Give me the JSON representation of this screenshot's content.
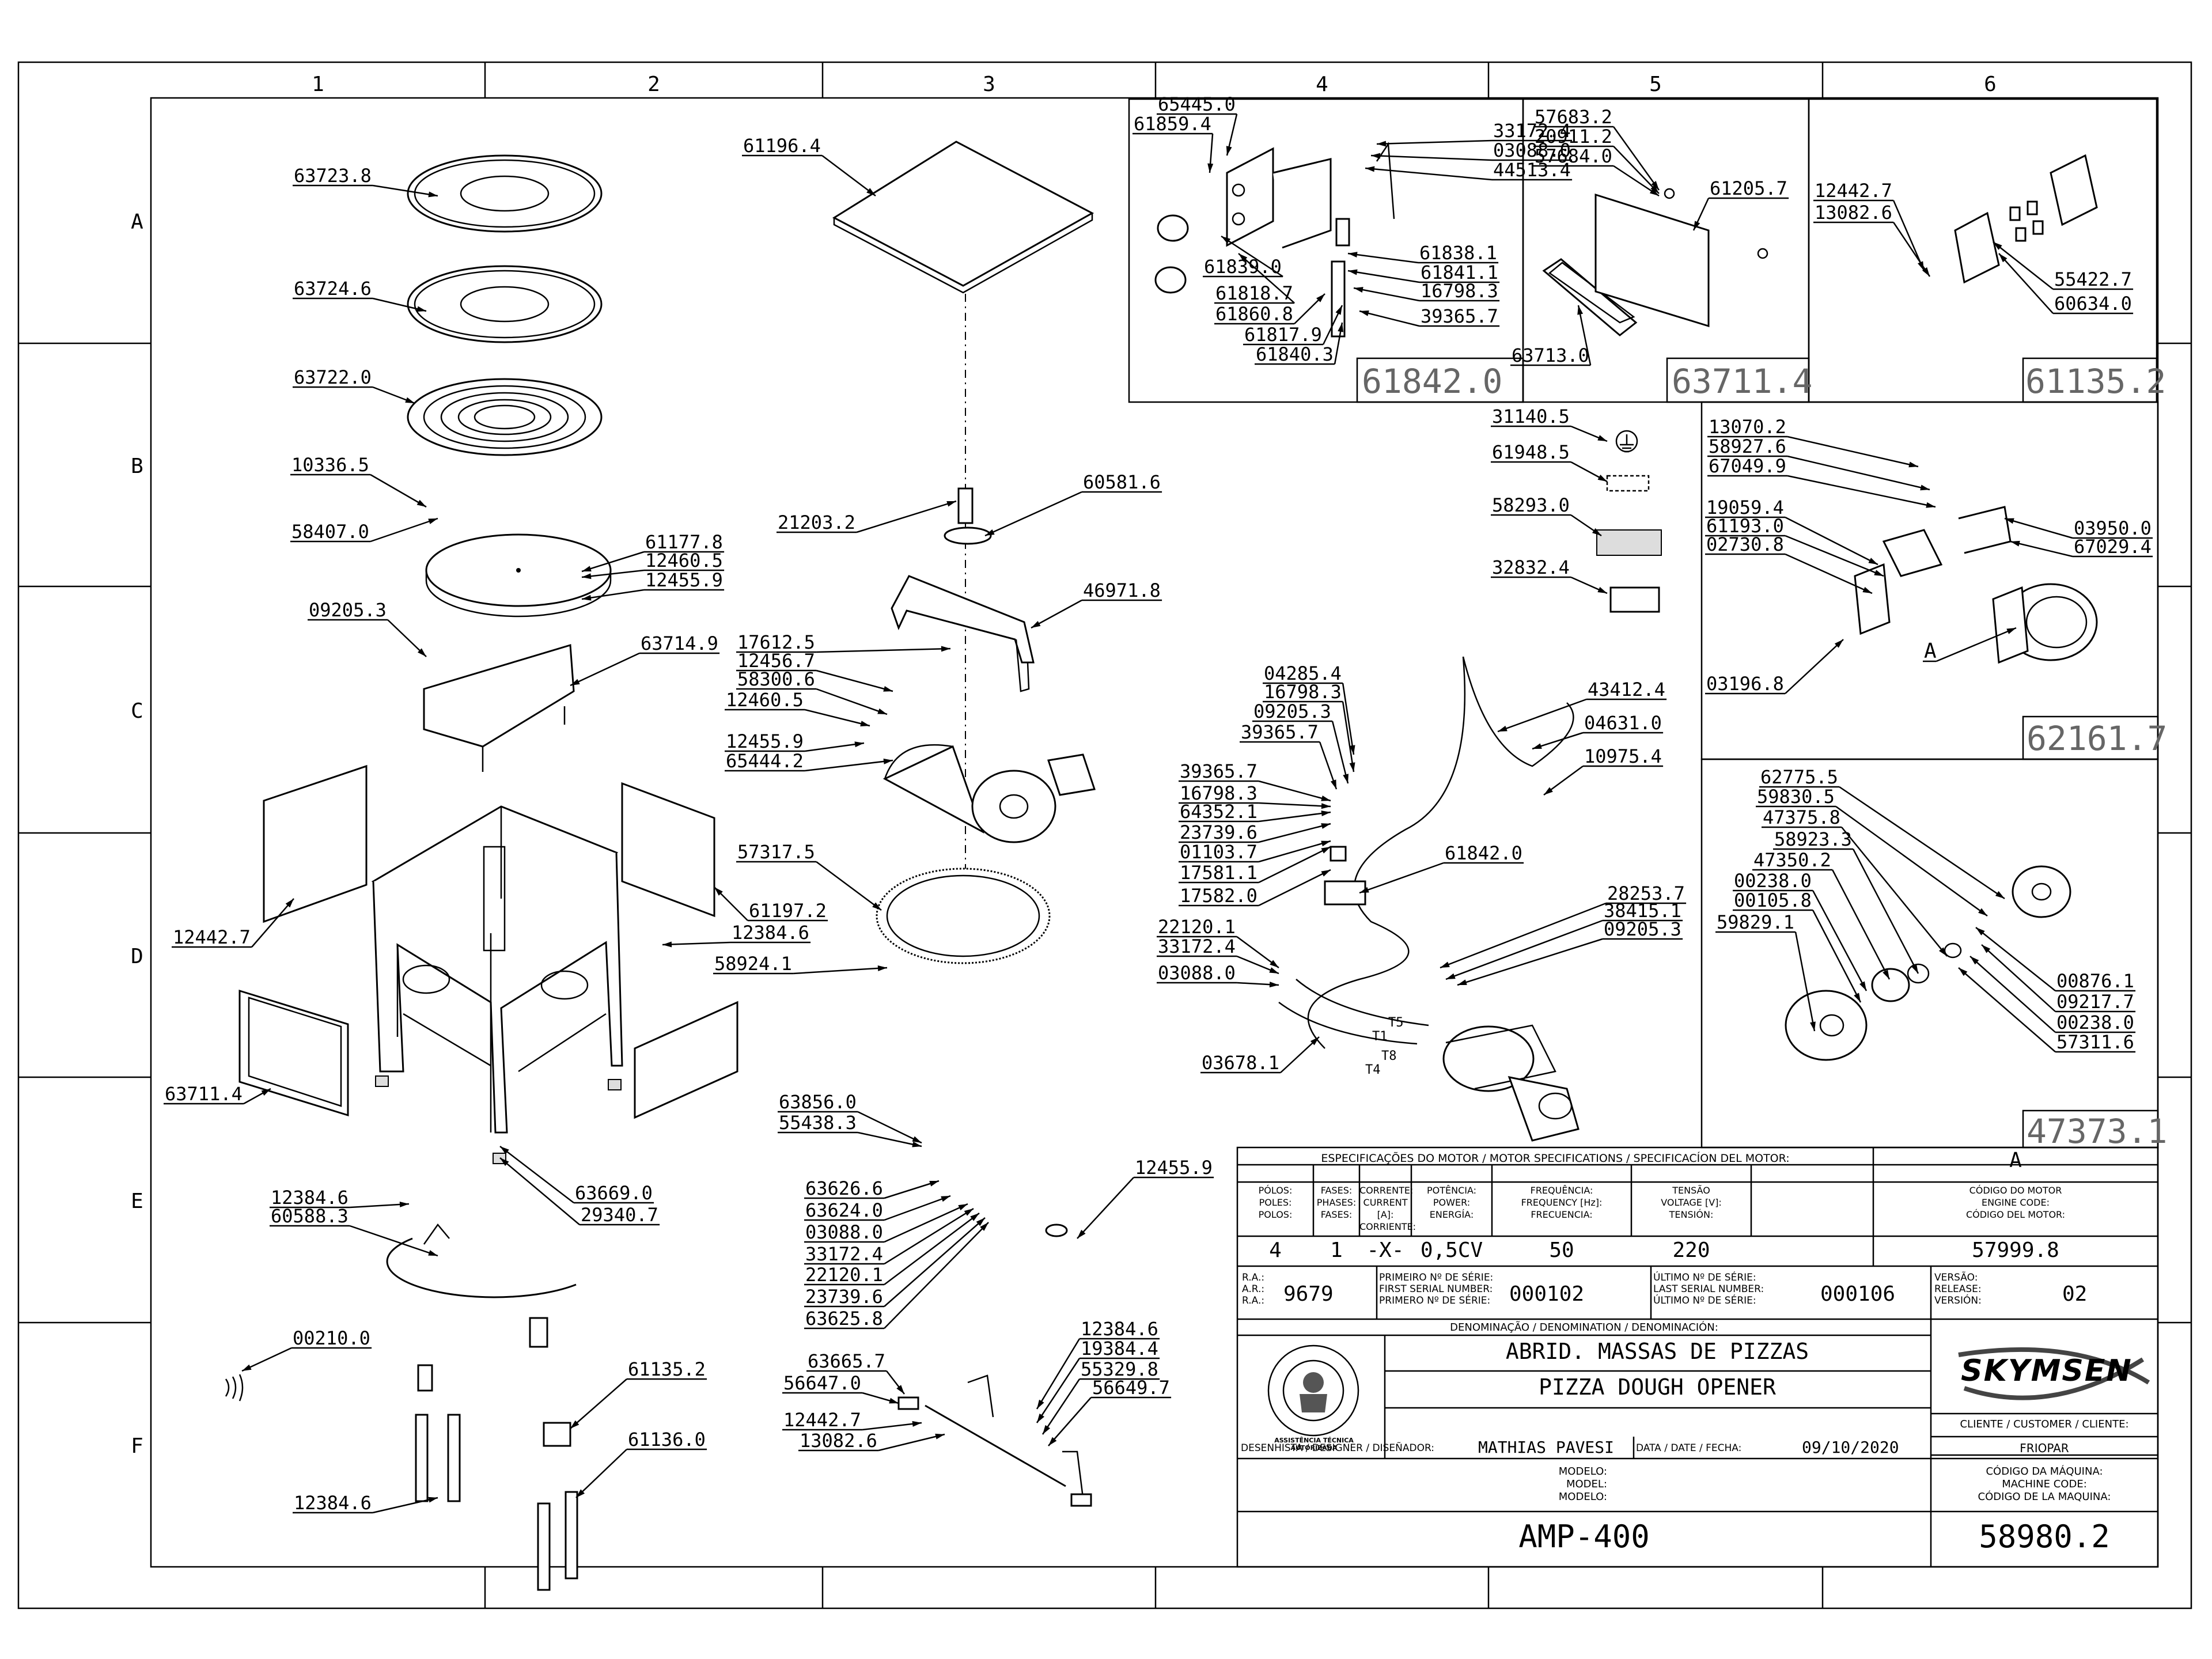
{
  "zones": {
    "columns": [
      "1",
      "2",
      "3",
      "4",
      "5",
      "6"
    ],
    "rows": [
      "A",
      "B",
      "C",
      "D",
      "E",
      "F"
    ]
  },
  "callouts": [
    {
      "t": "63723.8"
    },
    {
      "t": "63724.6"
    },
    {
      "t": "63722.0"
    },
    {
      "t": "10336.5"
    },
    {
      "t": "58407.0"
    },
    {
      "t": "61177.8"
    },
    {
      "t": "12460.5"
    },
    {
      "t": "12455.9"
    },
    {
      "t": "09205.3"
    },
    {
      "t": "63714.9"
    },
    {
      "t": "12442.7"
    },
    {
      "t": "61197.2"
    },
    {
      "t": "12384.6"
    },
    {
      "t": "58924.1"
    },
    {
      "t": "63711.4"
    },
    {
      "t": "63669.0"
    },
    {
      "t": "29340.7"
    },
    {
      "t": "12384.6"
    },
    {
      "t": "60588.3"
    },
    {
      "t": "00210.0"
    },
    {
      "t": "61135.2"
    },
    {
      "t": "61136.0"
    },
    {
      "t": "12384.6"
    },
    {
      "t": "61196.4"
    },
    {
      "t": "21203.2"
    },
    {
      "t": "60581.6"
    },
    {
      "t": "46971.8"
    },
    {
      "t": "17612.5"
    },
    {
      "t": "12456.7"
    },
    {
      "t": "58300.6"
    },
    {
      "t": "12460.5"
    },
    {
      "t": "12455.9"
    },
    {
      "t": "65444.2"
    },
    {
      "t": "57317.5"
    },
    {
      "t": "63856.0"
    },
    {
      "t": "55438.3"
    },
    {
      "t": "63626.6"
    },
    {
      "t": "63624.0"
    },
    {
      "t": "03088.0"
    },
    {
      "t": "33172.4"
    },
    {
      "t": "22120.1"
    },
    {
      "t": "23739.6"
    },
    {
      "t": "63625.8"
    },
    {
      "t": "12455.9"
    },
    {
      "t": "63665.7"
    },
    {
      "t": "56647.0"
    },
    {
      "t": "12442.7"
    },
    {
      "t": "13082.6"
    },
    {
      "t": "12384.6"
    },
    {
      "t": "19384.4"
    },
    {
      "t": "55329.8"
    },
    {
      "t": "56649.7"
    },
    {
      "t": "65445.0"
    },
    {
      "t": "61859.4"
    },
    {
      "t": "33172.4"
    },
    {
      "t": "03088.0"
    },
    {
      "t": "44513.4"
    },
    {
      "t": "61839.0"
    },
    {
      "t": "61818.7"
    },
    {
      "t": "61838.1"
    },
    {
      "t": "61841.1"
    },
    {
      "t": "16798.3"
    },
    {
      "t": "61860.8"
    },
    {
      "t": "61817.9"
    },
    {
      "t": "39365.7"
    },
    {
      "t": "61840.3"
    },
    {
      "t": "57683.2"
    },
    {
      "t": "20911.2"
    },
    {
      "t": "57684.0"
    },
    {
      "t": "61205.7"
    },
    {
      "t": "63713.0"
    },
    {
      "t": "12442.7"
    },
    {
      "t": "13082.6"
    },
    {
      "t": "55422.7"
    },
    {
      "t": "60634.0"
    },
    {
      "t": "31140.5"
    },
    {
      "t": "61948.5"
    },
    {
      "t": "58293.0"
    },
    {
      "t": "32832.4"
    },
    {
      "t": "04285.4"
    },
    {
      "t": "16798.3"
    },
    {
      "t": "09205.3"
    },
    {
      "t": "39365.7"
    },
    {
      "t": "43412.4"
    },
    {
      "t": "04631.0"
    },
    {
      "t": "10975.4"
    },
    {
      "t": "39365.7"
    },
    {
      "t": "16798.3"
    },
    {
      "t": "64352.1"
    },
    {
      "t": "23739.6"
    },
    {
      "t": "01103.7"
    },
    {
      "t": "17581.1"
    },
    {
      "t": "17582.0"
    },
    {
      "t": "61842.0"
    },
    {
      "t": "22120.1"
    },
    {
      "t": "33172.4"
    },
    {
      "t": "03088.0"
    },
    {
      "t": "28253.7"
    },
    {
      "t": "38415.1"
    },
    {
      "t": "09205.3"
    },
    {
      "t": "03678.1"
    },
    {
      "t": "13070.2"
    },
    {
      "t": "58927.6"
    },
    {
      "t": "67049.9"
    },
    {
      "t": "19059.4"
    },
    {
      "t": "61193.0"
    },
    {
      "t": "02730.8"
    },
    {
      "t": "03950.0"
    },
    {
      "t": "67029.4"
    },
    {
      "t": "03196.8"
    },
    {
      "t": "A"
    },
    {
      "t": "62775.5"
    },
    {
      "t": "59830.5"
    },
    {
      "t": "47375.8"
    },
    {
      "t": "58923.3"
    },
    {
      "t": "47350.2"
    },
    {
      "t": "00238.0"
    },
    {
      "t": "00105.8"
    },
    {
      "t": "59829.1"
    },
    {
      "t": "00876.1"
    },
    {
      "t": "09217.7"
    },
    {
      "t": "00238.0"
    },
    {
      "t": "57311.6"
    }
  ],
  "wires": [
    "T5",
    "T1",
    "T8",
    "T4"
  ],
  "detail_boxes": [
    "61842.0",
    "63711.4",
    "61135.2",
    "62161.7",
    "47373.1"
  ],
  "title_block": {
    "motor_spec_header": "ESPECIFICAÇÕES DO MOTOR / MOTOR SPECIFICATIONS / SPECIFICACÍON DEL MOTOR:",
    "motor_variant": "A",
    "col_heads": [
      [
        "PÓLOS:",
        "POLES:",
        "POLOS:"
      ],
      [
        "FASES:",
        "PHASES:",
        "FASES:"
      ],
      [
        "CORRENTE:",
        "CURRENT [A]:",
        "CORRIENTE:"
      ],
      [
        "POTÊNCIA:",
        "POWER:",
        "ENERGÍA:"
      ],
      [
        "FREQUÊNCIA:",
        "FREQUENCY [Hz]:",
        "FRECUENCIA:"
      ],
      [
        "TENSÃO",
        "VOLTAGE [V]:",
        "TENSIÓN:"
      ],
      [
        "CÓDIGO DO MOTOR",
        "ENGINE CODE:",
        "CÓDIGO DEL MOTOR:"
      ]
    ],
    "motor_values": [
      "4",
      "1",
      "-X-",
      "0,5CV",
      "50",
      "220",
      "57999.8"
    ],
    "ra_labels": [
      "R.A.:",
      "A.R.:",
      "R.A.:"
    ],
    "ra_value": "9679",
    "first_serial_labels": [
      "PRIMEIRO Nº DE SÉRIE:",
      "FIRST SERIAL NUMBER:",
      "PRIMERO Nº DE SÉRIE:"
    ],
    "first_serial": "000102",
    "last_serial_labels": [
      "ÚLTIMO Nº DE SÉRIE:",
      "LAST SERIAL NUMBER:",
      "ÚLTIMO Nº DE SÉRIE:"
    ],
    "last_serial": "000106",
    "version_labels": [
      "VERSÃO:",
      "RELEASE:",
      "VERSIÓN:"
    ],
    "version": "02",
    "denomination_label": "DENOMINAÇÃO / DENOMINATION / DENOMINACIÓN:",
    "name_pt": "ABRID. MASSAS DE PIZZAS",
    "name_en": "PIZZA DOUGH OPENER",
    "brand": "SKYMSEN",
    "stamp_text": "ASSISTÊNCIA TÉCNICA AUTORIZADA",
    "client_label": "CLIENTE / CUSTOMER / CLIENTE:",
    "client": "FRIOPAR",
    "designer_label": "DESENHISTA / DESIGNER / DISEÑADOR:",
    "designer": "MATHIAS PAVESI",
    "date_label": "DATA / DATE / FECHA:",
    "date": "09/10/2020",
    "model_labels": [
      "MODELO:",
      "MODEL:",
      "MODELO:"
    ],
    "model": "AMP-400",
    "machine_code_labels": [
      "CÓDIGO DA MÁQUINA:",
      "MACHINE CODE:",
      "CÓDIGO DE LA MAQUINA:"
    ],
    "machine_code": "58980.2"
  }
}
